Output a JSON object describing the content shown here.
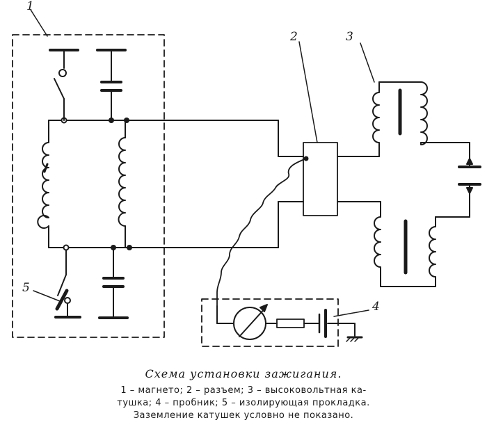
{
  "labels": {
    "magneto": "1",
    "connector": "2",
    "hv_coil": "3",
    "tester": "4",
    "insulating_pad": "5"
  },
  "caption": {
    "title": "Схема установки зажигания.",
    "line1": "1 – магнето;  2 – разъем;  3 – высоковольтная  ка-",
    "line2": "тушка;  4 – пробник;  5 – изолирующая  прокладка.",
    "line3": "Заземление катушек условно не показано."
  }
}
